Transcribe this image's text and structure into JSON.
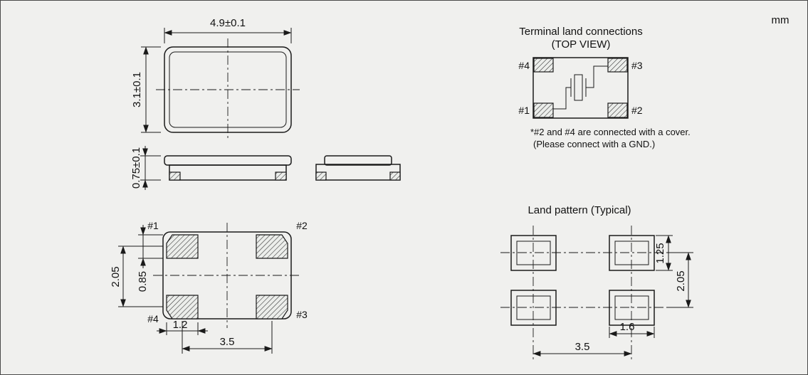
{
  "unit": "mm",
  "top_view": {
    "width": "4.9±0.1",
    "height": "3.1±0.1"
  },
  "side_view": {
    "height": "0.75±0.1"
  },
  "bottom_view": {
    "pin1": "#1",
    "pin2": "#2",
    "pin3": "#3",
    "pin4": "#4",
    "pitch_vertical": "2.05",
    "pad_height": "0.85",
    "pad_width": "1.2",
    "pitch_horizontal": "3.5"
  },
  "terminal": {
    "title": "Terminal land connections",
    "subtitle": "(TOP VIEW)",
    "pin1": "#1",
    "pin2": "#2",
    "pin3": "#3",
    "pin4": "#4",
    "note1": "*#2 and #4 are connected with a cover.",
    "note2": "(Please connect with a GND.)"
  },
  "land_pattern": {
    "title": "Land pattern (Typical)",
    "pad_height": "1.25",
    "pitch_vertical": "2.05",
    "pad_width": "1.6",
    "pitch_horizontal": "3.5"
  }
}
